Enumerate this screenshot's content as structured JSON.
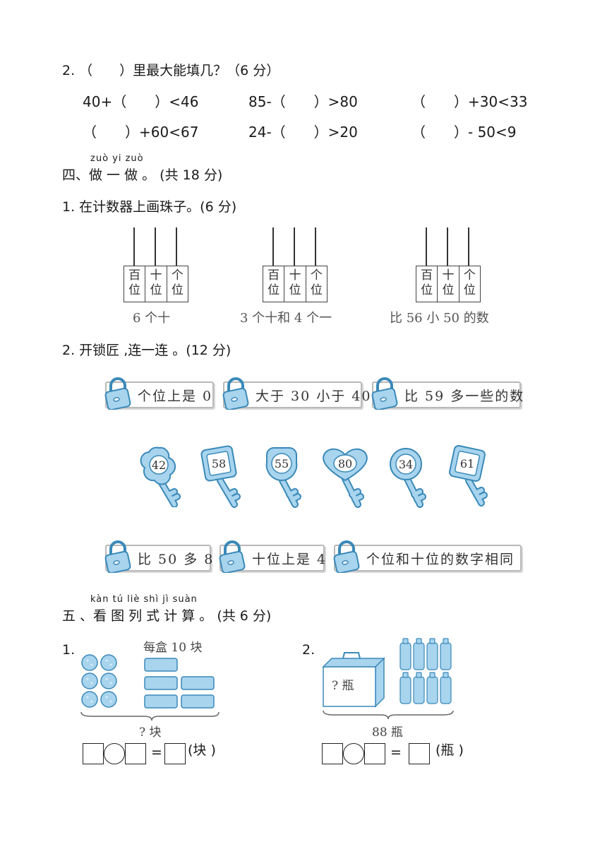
{
  "q2": {
    "title": "2. （　　）里最大能填几？（6 分）",
    "items": [
      "40+（　　）<46",
      "85-（　　）>80",
      "（　　）+30<33",
      "（　　）+60<67",
      "24-（　　）>20",
      "（　　）- 50<9"
    ]
  },
  "section4": {
    "pinyin": "zuò  yi  zuò",
    "title": "四、做 一 做 。 (共 18 分)",
    "q1_title": "1. 在计数器上画珠子。(6 分)",
    "abacus_labels": [
      "百位",
      "十位",
      "个位"
    ],
    "abacus_captions": [
      "6 个十",
      "3 个十和 4 个一",
      "比 56 小 50 的数"
    ],
    "q2_title": "2. 开锁匠 ,连一连 。(12 分)",
    "locks_top": [
      "个位上是 0",
      "大于 30 小于 40",
      "比 59 多一些的数"
    ],
    "keys": [
      "42",
      "58",
      "55",
      "80",
      "34",
      "61"
    ],
    "locks_bottom": [
      "比 50 多 8",
      "十位上是 4",
      "个位和十位的数字相同"
    ]
  },
  "section5": {
    "pinyin": "kàn  tú  liè shì  jì suàn",
    "title": "五 、看 图 列 式 计 算 。 (共 6 分)",
    "p1": {
      "num": "1.",
      "label_top": "每盒 10 块",
      "label_bottom": "? 块",
      "eq": "=",
      "unit": "(块 )"
    },
    "p2": {
      "num": "2.",
      "box_label": "? 瓶",
      "label_bottom": "88 瓶",
      "eq": "=",
      "unit": "(瓶 )"
    }
  },
  "colors": {
    "lightblue": "#a8d4ee",
    "blue_stroke": "#3a89b8"
  }
}
